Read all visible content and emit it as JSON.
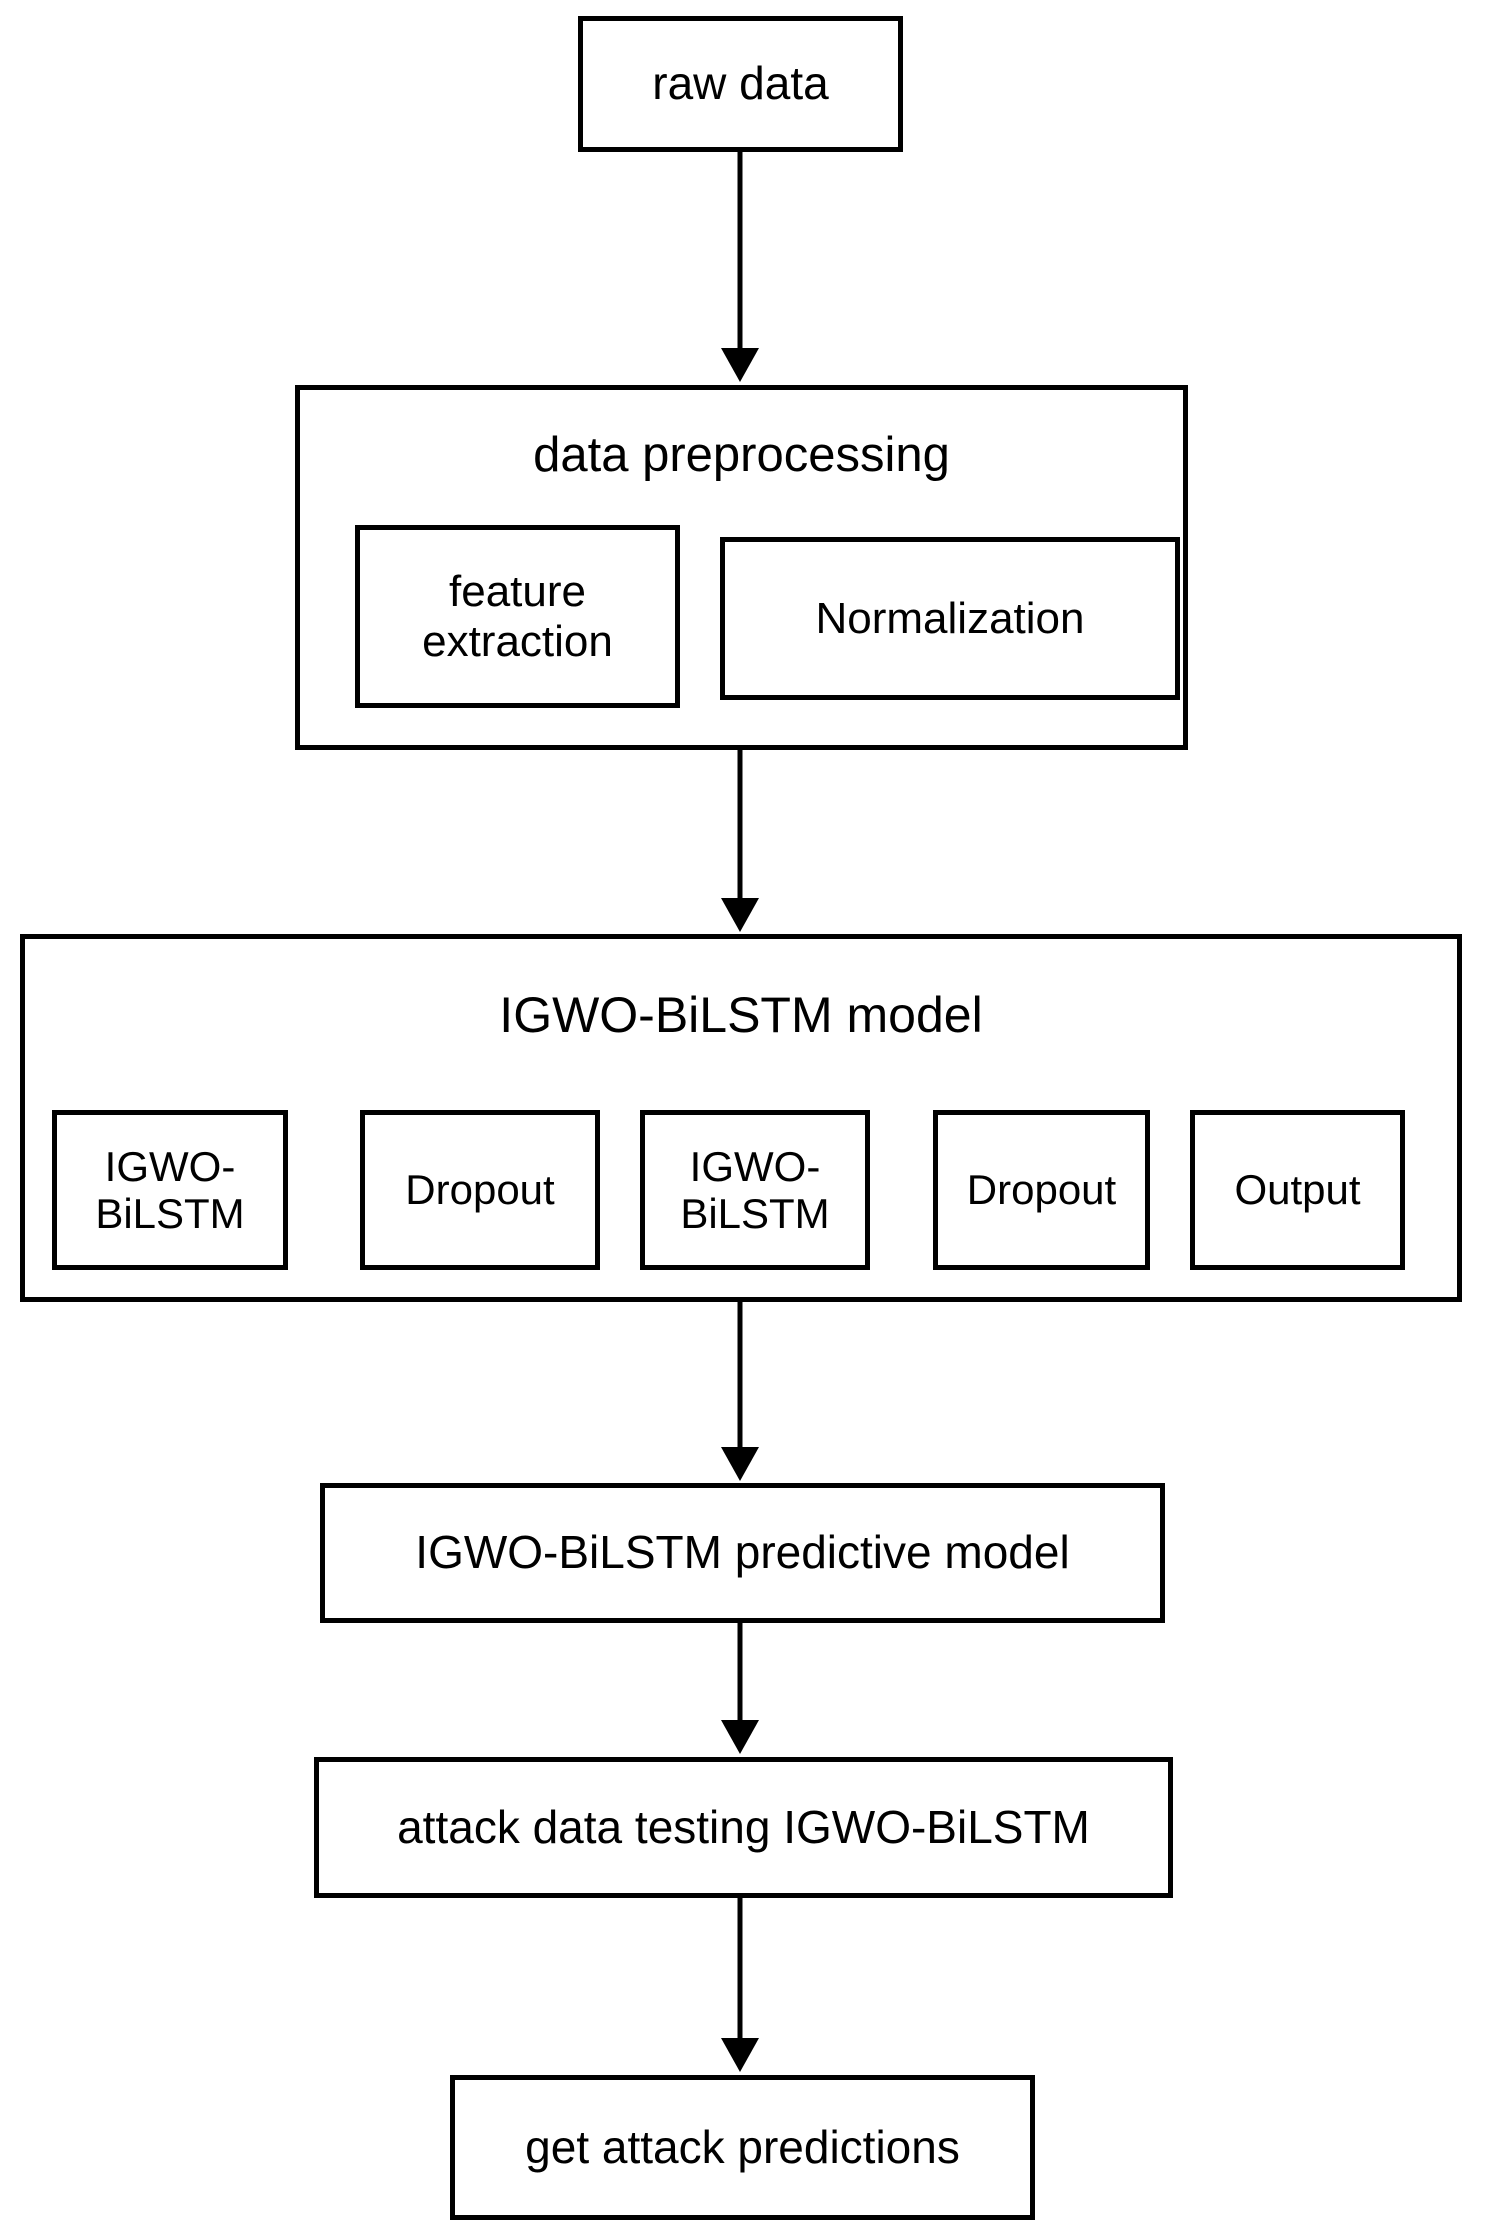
{
  "diagram": {
    "type": "flowchart",
    "orientation": "top-to-bottom",
    "nodes": {
      "raw_data": {
        "label": "raw data"
      },
      "preprocessing": {
        "title": "data preprocessing",
        "children": [
          {
            "label": "feature\nextraction"
          },
          {
            "label": "Normalization"
          }
        ]
      },
      "model": {
        "title": "IGWO-BiLSTM model",
        "layers": [
          {
            "label": "IGWO-\nBiLSTM"
          },
          {
            "label": "Dropout"
          },
          {
            "label": "IGWO-\nBiLSTM"
          },
          {
            "label": "Dropout"
          },
          {
            "label": "Output"
          }
        ]
      },
      "predictive_model": {
        "label": "IGWO-BiLSTM predictive model"
      },
      "attack_testing": {
        "label": "attack data testing IGWO-BiLSTM"
      },
      "predictions": {
        "label": "get attack predictions"
      }
    },
    "edges": [
      {
        "from": "raw_data",
        "to": "preprocessing"
      },
      {
        "from": "preprocessing",
        "to": "model"
      },
      {
        "from": "model",
        "to": "predictive_model"
      },
      {
        "from": "predictive_model",
        "to": "attack_testing"
      },
      {
        "from": "attack_testing",
        "to": "predictions"
      }
    ],
    "colors": {
      "stroke": "#000000",
      "fill": "#ffffff",
      "text": "#000000"
    }
  }
}
